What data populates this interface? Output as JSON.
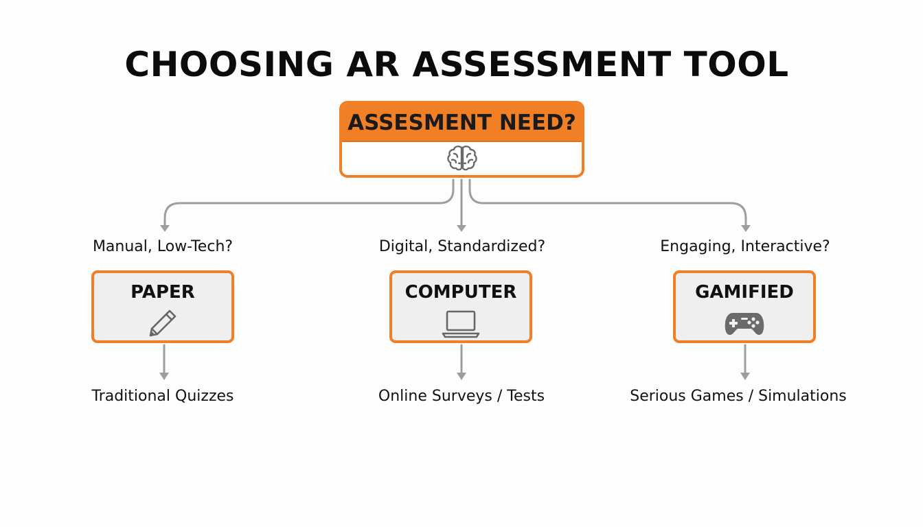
{
  "title": "CHOOSING AR ASSESSMENT TOOL",
  "root": {
    "label": "ASSESMENT NEED?",
    "icon": "brain-icon"
  },
  "branches": [
    {
      "question": "Manual, Low-Tech?",
      "tool": "PAPER",
      "icon": "pencil-icon",
      "example": "Traditional Quizzes"
    },
    {
      "question": "Digital, Standardized?",
      "tool": "COMPUTER",
      "icon": "laptop-icon",
      "example": "Online Surveys / Tests"
    },
    {
      "question": "Engaging, Interactive?",
      "tool": "GAMIFIED",
      "icon": "gamepad-icon",
      "example": "Serious Games / Simulations"
    }
  ],
  "colors": {
    "accent": "#f07f26",
    "connector": "#9a9a9a",
    "tool_fill": "#efefef",
    "icon": "#666666"
  }
}
